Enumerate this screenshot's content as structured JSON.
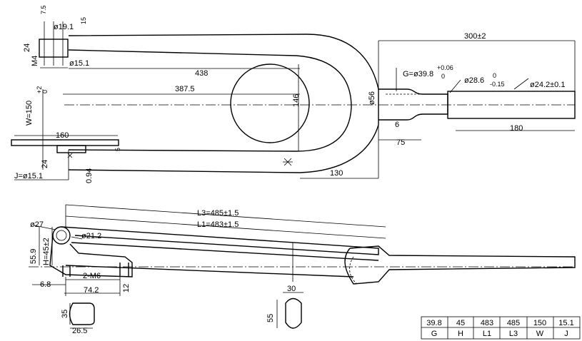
{
  "top_view": {
    "dims": {
      "d7_5": "7.5",
      "d15_top": "15",
      "phi19_1": "ø19.1",
      "d24_top": "24",
      "m4": "M4",
      "phi15_1": "ø15.1",
      "d438": "438",
      "d387_5": "387.5",
      "d146": "146",
      "phi56": "ø56",
      "w150": "W=150",
      "w150_tol": "+2",
      "w150_tol2": "0",
      "d160": "160",
      "d5": "5",
      "d24_bottom": "24",
      "j_phi": "J=ø15.1",
      "d0_94": "0.94",
      "d130": "130",
      "d300": "300±2",
      "g_phi": "G=ø39.8",
      "g_tol_up": "+0.06",
      "g_tol_low": "0",
      "phi28_6": "ø28.6",
      "phi28_tol_up": "0",
      "phi28_tol_low": "-0.15",
      "phi24_2": "ø24.2±0.1",
      "d6": "6",
      "d75": "75",
      "d180": "180"
    }
  },
  "side_view": {
    "dims": {
      "l3": "L3=485±1.5",
      "l1": "L1=483±1.5",
      "phi27": "ø27",
      "phi21_2": "ø21.2",
      "d55_9": "55.9",
      "h45": "H=45±2",
      "m6": "2-M6",
      "d6_8": "6.8",
      "d74_2": "74.2",
      "d12": "12",
      "d30": "30",
      "d55": "55",
      "d35": "35",
      "d26_5": "26.5"
    }
  },
  "spec_table": {
    "values": [
      "39.8",
      "45",
      "483",
      "485",
      "150",
      "15.1"
    ],
    "labels": [
      "G",
      "H",
      "L1",
      "L3",
      "W",
      "J"
    ]
  }
}
